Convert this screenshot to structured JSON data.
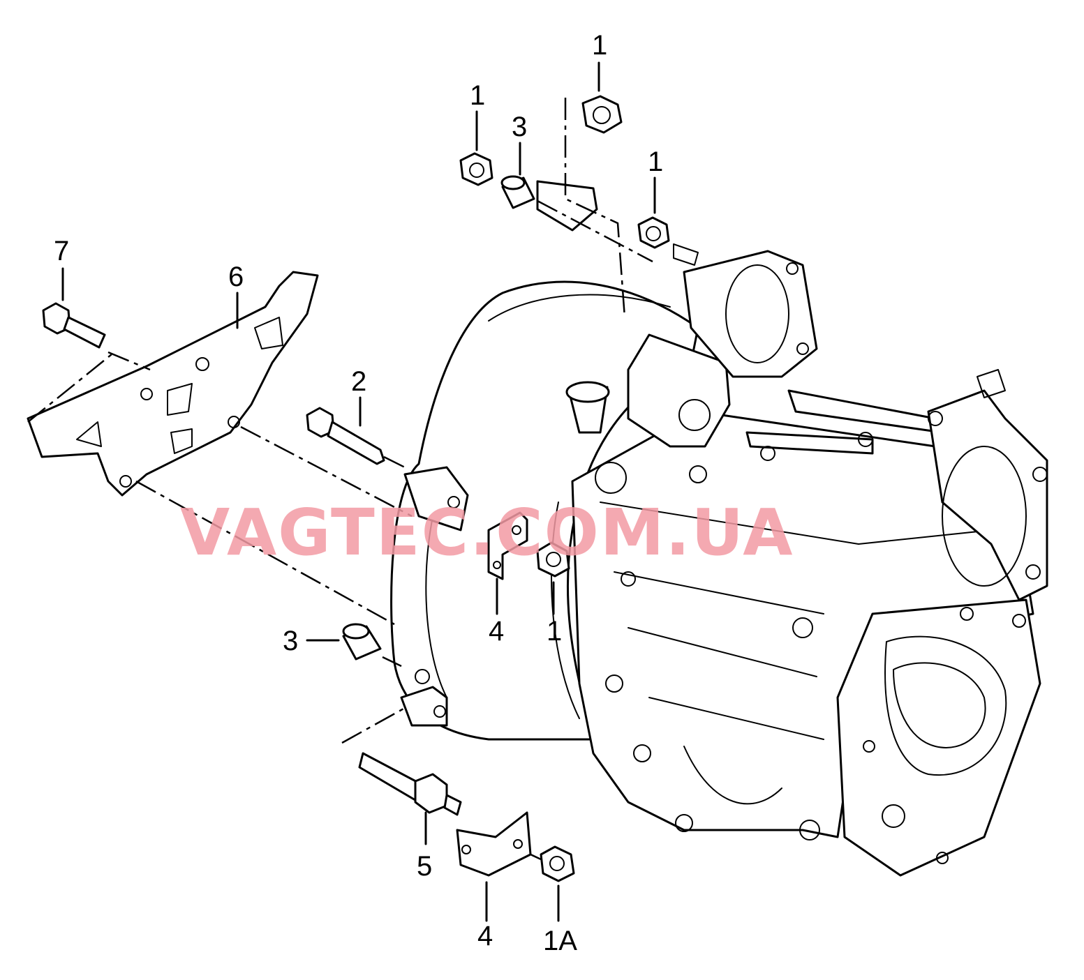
{
  "watermark": {
    "text": "VAGTEC.COM.UA",
    "color": "#f29aa3"
  },
  "line_color": "#000000",
  "background_color": "#ffffff",
  "labels": {
    "l1_top": "1",
    "l1_left": "1",
    "l3_top": "3",
    "l1_right": "1",
    "l7": "7",
    "l6": "6",
    "l2": "2",
    "l4_mid": "4",
    "l1_mid": "1",
    "l3_low": "3",
    "l5": "5",
    "l4_low": "4",
    "l1a": "1A"
  }
}
